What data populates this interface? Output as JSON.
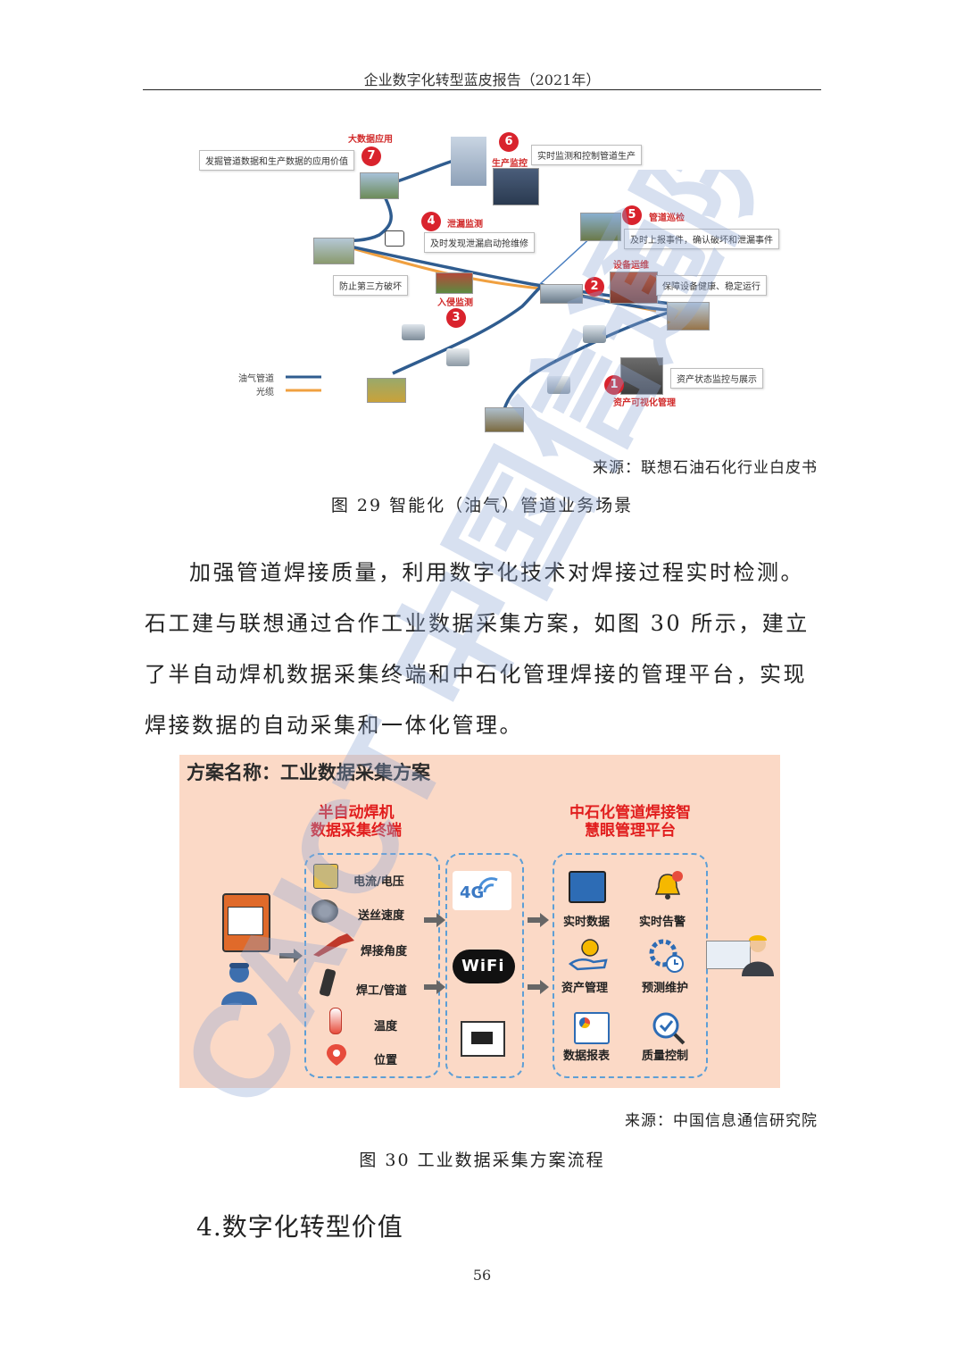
{
  "header": {
    "title": "企业数字化转型蓝皮报告（2021年）"
  },
  "figure29": {
    "labels": {
      "n7_title": "大数据应用",
      "n7_box": "发掘管道数据和生产数据的应用价值",
      "n6_title": "生产监控",
      "n6_box": "实时监测和控制管道生产",
      "n4_title": "泄漏监测",
      "n4_box": "及时发现泄漏启动抢维修",
      "n5_title": "管道巡检",
      "n5_box": "及时上报事件，确认破坏和泄漏事件",
      "n2_title": "设备运维",
      "n2_box": "保障设备健康、稳定运行",
      "n3_box": "防止第三方破坏",
      "n3_title": "入侵监测",
      "n1_box": "资产状态监控与展示",
      "n1_title": "资产可视化管理"
    },
    "numbers": [
      "1",
      "2",
      "3",
      "4",
      "5",
      "6",
      "7"
    ],
    "legend": {
      "pipeline": "油气管道",
      "cable": "光缆"
    },
    "colors": {
      "pipeline": "#2f5c8f",
      "cable": "#f0a040",
      "marker": "#d9232d"
    },
    "source": "来源：联想石油石化行业白皮书",
    "caption": "图 29 智能化（油气）管道业务场景"
  },
  "paragraph": "加强管道焊接质量，利用数字化技术对焊接过程实时检测。石工建与联想通过合作工业数据采集方案，如图 30 所示，建立了半自动焊机数据采集终端和中石化管理焊接的管理平台，实现焊接数据的自动采集和一体化管理。",
  "figure30": {
    "title": "方案名称：工业数据采集方案",
    "left_title_1": "半自动焊机",
    "left_title_2": "数据采集终端",
    "right_title_1": "中石化管道焊接智",
    "right_title_2": "慧眼管理平台",
    "inputs": [
      "电流/电压",
      "送丝速度",
      "焊接角度",
      "焊工/管道",
      "温度",
      "位置"
    ],
    "network": {
      "g4": "4G",
      "wifi": "WiFi"
    },
    "outputs": [
      "实时数据",
      "实时告警",
      "资产管理",
      "预测维护",
      "数据报表",
      "质量控制"
    ],
    "colors": {
      "background": "#fbd9c6",
      "title_red": "#e11d1d",
      "dash": "#5d9fd6"
    },
    "source": "来源：中国信息通信研究院",
    "caption": "图 30 工业数据采集方案流程"
  },
  "section_heading": "4.数字化转型价值",
  "page_number": "56",
  "watermark": {
    "text": "CAICT 中国信通院",
    "color": "#8fa8d6"
  }
}
